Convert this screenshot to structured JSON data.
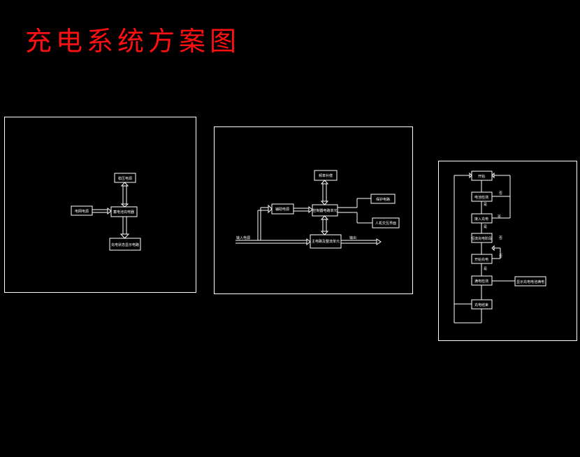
{
  "title": "充电系统方案图",
  "diagram1": {
    "top_box": "稳压电源",
    "left_box": "电网电源",
    "center_box": "蓄电池充电器",
    "bottom_box": "充电状态显示电路"
  },
  "diagram2": {
    "top_box": "频率补偿",
    "left_box": "辅助电源",
    "center_box": "控制器电路单元",
    "right_top_box": "保护电路",
    "right_bottom_box": "人机交互界面",
    "bottom_box": "主电路及整流单元",
    "input_label": "输入电源",
    "output_label": "输出"
  },
  "diagram3": {
    "start": "开始",
    "check_battery": "电池检测",
    "connect_charge": "接入充电",
    "constant_current": "恒流充电阶段",
    "start_charge": "开始充电",
    "full_detect": "满电检测",
    "show_full": "显示充电电池满电",
    "end_charge": "充电结束",
    "yes": "是",
    "no": "否"
  }
}
